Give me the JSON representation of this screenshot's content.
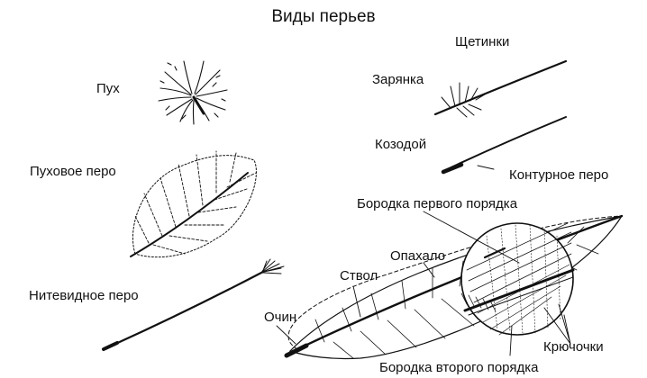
{
  "title": "Виды перьев",
  "labels": {
    "down": "Пух",
    "down_feather": "Пуховое перо",
    "filoplume": "Нитевидное перо",
    "bristles": "Щетинки",
    "robin": "Зарянка",
    "nightjar": "Козодой",
    "contour_feather": "Контурное перо",
    "barb": "Бородка первого порядка",
    "vane": "Опахало",
    "shaft": "Ствол",
    "calamus": "Очин",
    "hooklets": "Крючочки",
    "barbule": "Бородка второго порядка"
  }
}
